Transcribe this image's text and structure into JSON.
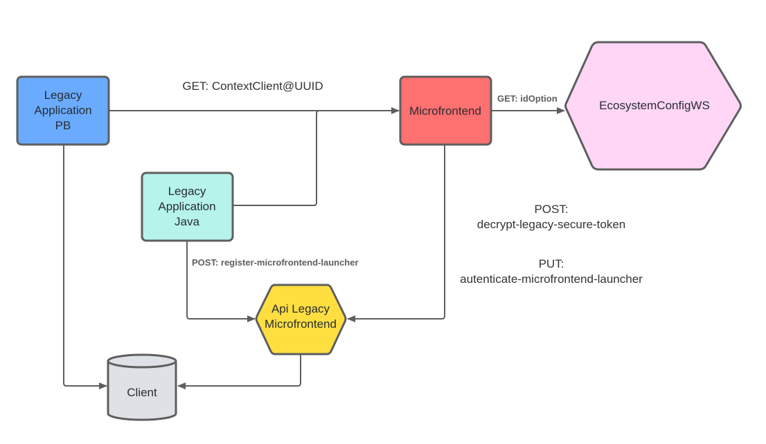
{
  "diagram": {
    "nodes": {
      "legacy_pb": {
        "lines": [
          "Legacy",
          "Application",
          "PB"
        ],
        "shape": "rounded-rectangle",
        "color": "#6aabff"
      },
      "microfrontend": {
        "lines": [
          "Microfrontend"
        ],
        "shape": "rounded-rectangle",
        "color": "#ff7070"
      },
      "ecosystem": {
        "lines": [
          "EcosystemConfigWS"
        ],
        "shape": "hexagon",
        "color": "#ffd6f5"
      },
      "legacy_java": {
        "lines": [
          "Legacy",
          "Application",
          "Java"
        ],
        "shape": "rounded-rectangle",
        "color": "#b6f3ea"
      },
      "api_legacy": {
        "lines": [
          "Api Legacy",
          "Microfrontend"
        ],
        "shape": "hexagon",
        "color": "#ffdf40"
      },
      "client": {
        "lines": [
          "Client"
        ],
        "shape": "cylinder",
        "color": "#dee1e6"
      }
    },
    "edges": {
      "pb_to_mf": {
        "label": "GET: ContextClient@UUID",
        "from": "Legacy Application PB",
        "to": "Microfrontend"
      },
      "mf_to_eco": {
        "label": "GET: idOption",
        "from": "Microfrontend",
        "to": "EcosystemConfigWS"
      },
      "java_to_mf": {
        "label": "",
        "from": "Legacy Application Java",
        "to": "Microfrontend"
      },
      "java_to_api": {
        "label": "POST: register-microfrontend-launcher",
        "from": "Legacy Application Java",
        "to": "Api Legacy Microfrontend"
      },
      "mf_to_api": {
        "label_lines": [
          "POST:",
          "decrypt-legacy-secure-token",
          "",
          "PUT:",
          "autenticate-microfrontend-launcher"
        ],
        "from": "Microfrontend",
        "to": "Api Legacy Microfrontend"
      },
      "pb_to_client": {
        "label": "",
        "from": "Legacy Application PB",
        "to": "Client"
      },
      "api_to_client": {
        "label": "",
        "from": "Api Legacy Microfrontend",
        "to": "Client"
      }
    },
    "line_color": "#5e5e5e"
  }
}
